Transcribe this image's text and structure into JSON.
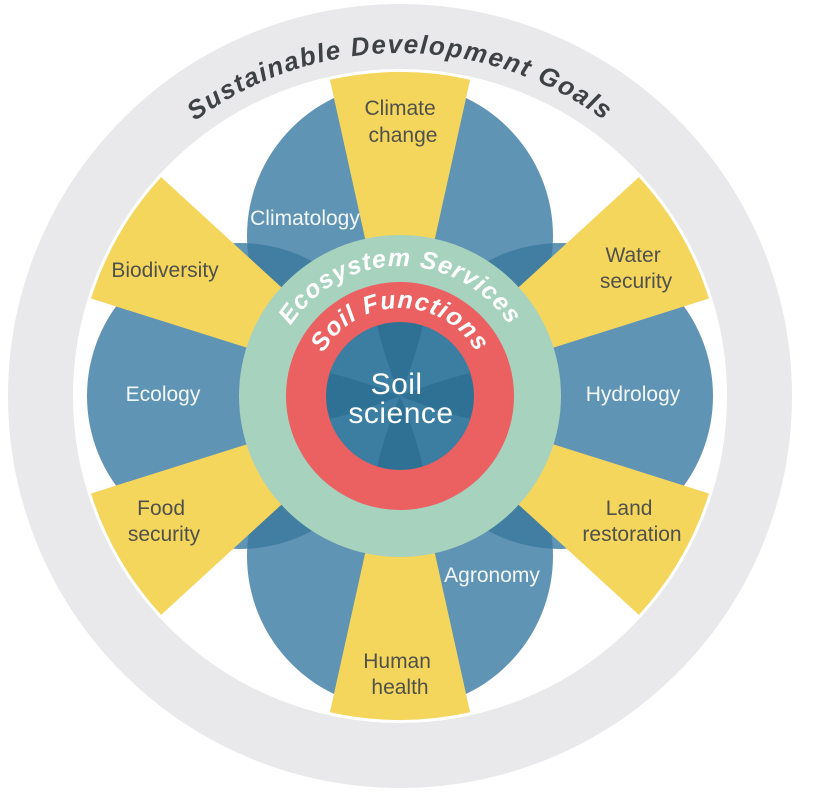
{
  "diagram": {
    "outer_ring_label": "Sustainable Development Goals",
    "ecosystem_ring_label": "Ecosystem Services",
    "functions_ring_label": "Soil Functions",
    "center": {
      "line1": "Soil",
      "line2": "science"
    }
  },
  "petals": [
    {
      "label": "Climatology"
    },
    {
      "label": "Hydrology"
    },
    {
      "label": "Agronomy"
    },
    {
      "label": "Ecology"
    }
  ],
  "wedges": [
    {
      "line1": "Climate",
      "line2": "change"
    },
    {
      "line1": "Water",
      "line2": "security"
    },
    {
      "line1": "Land",
      "line2": "restoration"
    },
    {
      "line1": "Human",
      "line2": "health"
    },
    {
      "line1": "Food",
      "line2": "security"
    },
    {
      "line1": "Biodiversity"
    }
  ],
  "colors": {
    "background": "#FFFFFF",
    "sdg_ring_gray": "#E9E9EB",
    "petal_blue": "#6094B4",
    "petal_overlap_blue": "#417EA1",
    "wedge_yellow": "#F5D65C",
    "ecosystem_green": "#A6D2BE",
    "functions_red": "#EB6060",
    "center_blue": "#2E7195",
    "center_pinwheel_blue": "#3B7EA2",
    "title_text": "#3F4245",
    "wedge_text": "#50514B",
    "petal_text": "#F2F7F9",
    "ring_text": "#FFFFFF"
  }
}
